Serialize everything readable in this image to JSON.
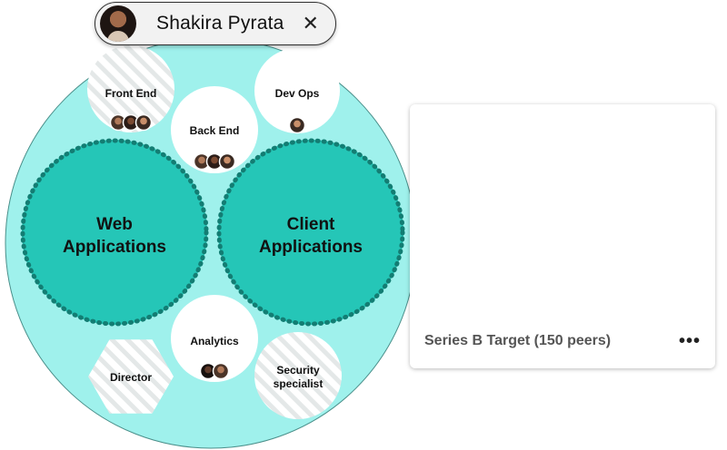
{
  "selected_person": {
    "name": "Shakira Pyrata",
    "close_icon": "close-icon",
    "close_glyph": "✕"
  },
  "diagram": {
    "main": {
      "fill": "#9ff1ec",
      "stroke": "#4a8f8a"
    },
    "groups": [
      {
        "id": "web",
        "label_lines": [
          "Web",
          "Applications"
        ],
        "fill": "#25c6b7",
        "border": "#137d73"
      },
      {
        "id": "client",
        "label_lines": [
          "Client",
          "Applications"
        ],
        "fill": "#25c6b7",
        "border": "#137d73"
      }
    ],
    "roles": [
      {
        "id": "front-end",
        "label_lines": [
          "Front End"
        ],
        "shape": "hatched-circle",
        "avatars": 3
      },
      {
        "id": "dev-ops",
        "label_lines": [
          "Dev Ops"
        ],
        "shape": "circle",
        "avatars": 1
      },
      {
        "id": "back-end",
        "label_lines": [
          "Back End"
        ],
        "shape": "circle",
        "avatars": 3
      },
      {
        "id": "analytics",
        "label_lines": [
          "Analytics"
        ],
        "shape": "circle",
        "avatars": 2
      },
      {
        "id": "director",
        "label_lines": [
          "Director"
        ],
        "shape": "hatched-hexagon",
        "avatars": 0
      },
      {
        "id": "security-specialist",
        "label_lines": [
          "Security",
          "specialist"
        ],
        "shape": "hatched-circle",
        "avatars": 0
      }
    ]
  },
  "preview_card": {
    "title": "Series B Target (150 peers)",
    "more_icon": "more-horizontal-icon",
    "more_glyph": "•••",
    "thumbnail": {
      "background": "#79b0ea",
      "colors": {
        "teal": "#24c6b4",
        "dark_teal": "#0c8f7f",
        "cyan": "#0af1e0"
      }
    }
  }
}
